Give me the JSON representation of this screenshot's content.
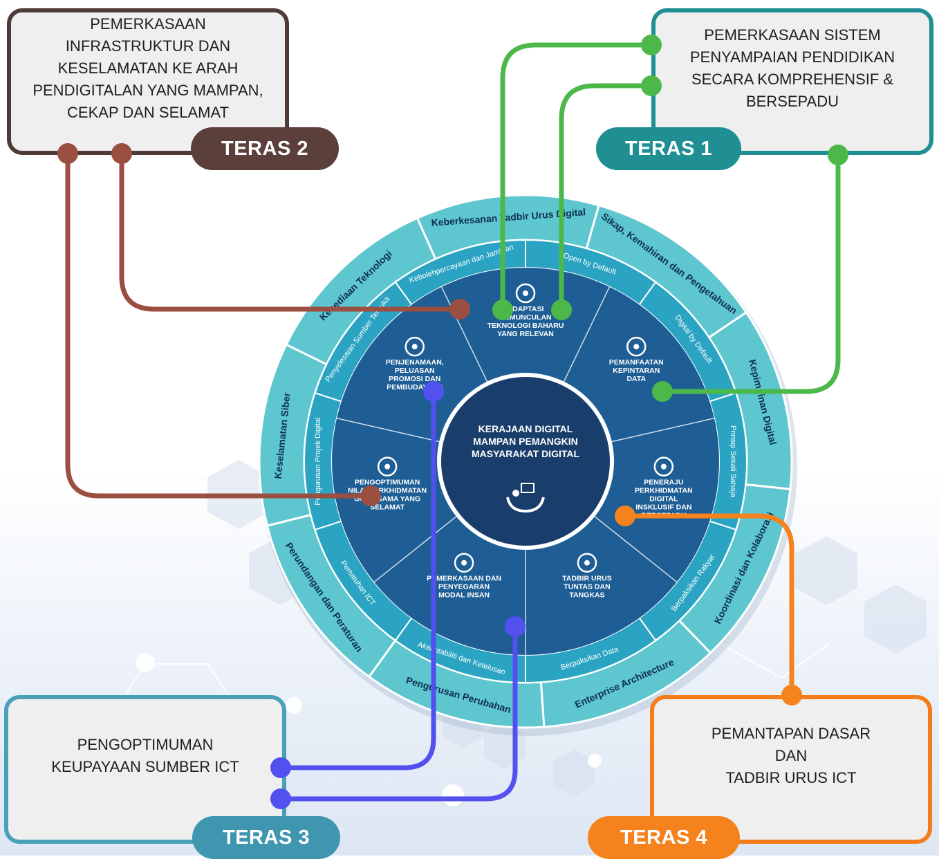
{
  "teras_boxes": {
    "teras_1": {
      "tag": "TERAS 1",
      "text": "PEMERKASAAN SISTEM\nPENYAMPAIAN PENDIDIKAN\nSECARA KOMPREHENSIF &\nBERSEPADU",
      "color": "#1f8f93",
      "line_color": "#4db84a"
    },
    "teras_2": {
      "tag": "TERAS 2",
      "text": "PEMERKASAAN\nINFRASTRUKTUR DAN\nKESELAMATAN KE ARAH\nPENDIGITALAN YANG MAMPAN,\nCEKAP DAN SELAMAT",
      "color": "#5a3f3a",
      "line_color": "#9a4f40"
    },
    "teras_3": {
      "tag": "TERAS 3",
      "text": "PENGOPTIMUMAN\nKEUPAYAAN SUMBER ICT",
      "color": "#3f96ae",
      "line_color": "#5350f0"
    },
    "teras_4": {
      "tag": "TERAS 4",
      "text": "PEMANTAPAN DASAR\nDAN\nTADBIR URUS ICT",
      "color": "#f5821c",
      "line_color": "#f5821c"
    }
  },
  "wheel": {
    "center": {
      "lines": [
        "KERAJAAN DIGITAL",
        "MAMPAN PEMANGKIN",
        "MASYARAKAT DIGITAL"
      ],
      "icon": "hands-presentation-icon"
    },
    "inner_segments": [
      {
        "lines": [
          "ADAPTASI",
          "KEMUNCULAN",
          "TEKNOLOGI BAHARU",
          "YANG RELEVAN"
        ],
        "icon": "lightbulb-icon"
      },
      {
        "lines": [
          "PEMANFAATAN",
          "KEPINTARAN",
          "DATA"
        ],
        "icon": "network-nodes-icon"
      },
      {
        "lines": [
          "PENERAJU",
          "PERKHIDMATAN",
          "DIGITAL",
          "INSKLUSIF DAN",
          "BERSEPADU"
        ],
        "icon": "fingerprint-icon"
      },
      {
        "lines": [
          "TADBIR URUS",
          "TUNTAS DAN",
          "TANGKAS"
        ],
        "icon": "institution-icon"
      },
      {
        "lines": [
          "PEMERKASAAN DAN",
          "PENYEGARAN",
          "MODAL INSAN"
        ],
        "icon": "team-icon"
      },
      {
        "lines": [
          "PENGOPTIMUMAN",
          "NILAI PERKHIDMATAN",
          "GUNA SAMA YANG",
          "SELAMAT"
        ],
        "icon": "monitor-gears-icon"
      },
      {
        "lines": [
          "PENJENAMAAN,",
          "PELUASAN",
          "PROMOSI DAN",
          "PEMBUDAYAAN"
        ],
        "icon": "target-icon"
      }
    ],
    "middle_ring": [
      "Kebolehpercayaan dan Jaminan",
      "Open by Default",
      "Digital by Default",
      "Prinsip Sekali Sahaja",
      "Berpaksikan Rakyat",
      "Berpaksikan Data",
      "Akauntabiliti dan Ketelusan",
      "Pematuhan ICT",
      "Pengurusan Projek Digital",
      "Penyelesaian Sumber Terbuka"
    ],
    "outer_ring": [
      "Keberkesanan Tadbir Urus Digital",
      "Sikap, Kemahiran dan Pengetahuan",
      "Kepimpinan Digital",
      "Koordinasi dan Kolaborasi",
      "Enterprise Architecture",
      "Pengurusan Perubahan",
      "Perundangan dan Peraturan",
      "Keselamatan Siber",
      "Kesediaan Teknologi"
    ]
  },
  "colors": {
    "outer_ring": "#5ec6cf",
    "middle_ring": "#2aa4c2",
    "inner_segment": "#1e5e95",
    "center_disc": "#1a3e6c",
    "ring_divider": "#ffffff"
  }
}
